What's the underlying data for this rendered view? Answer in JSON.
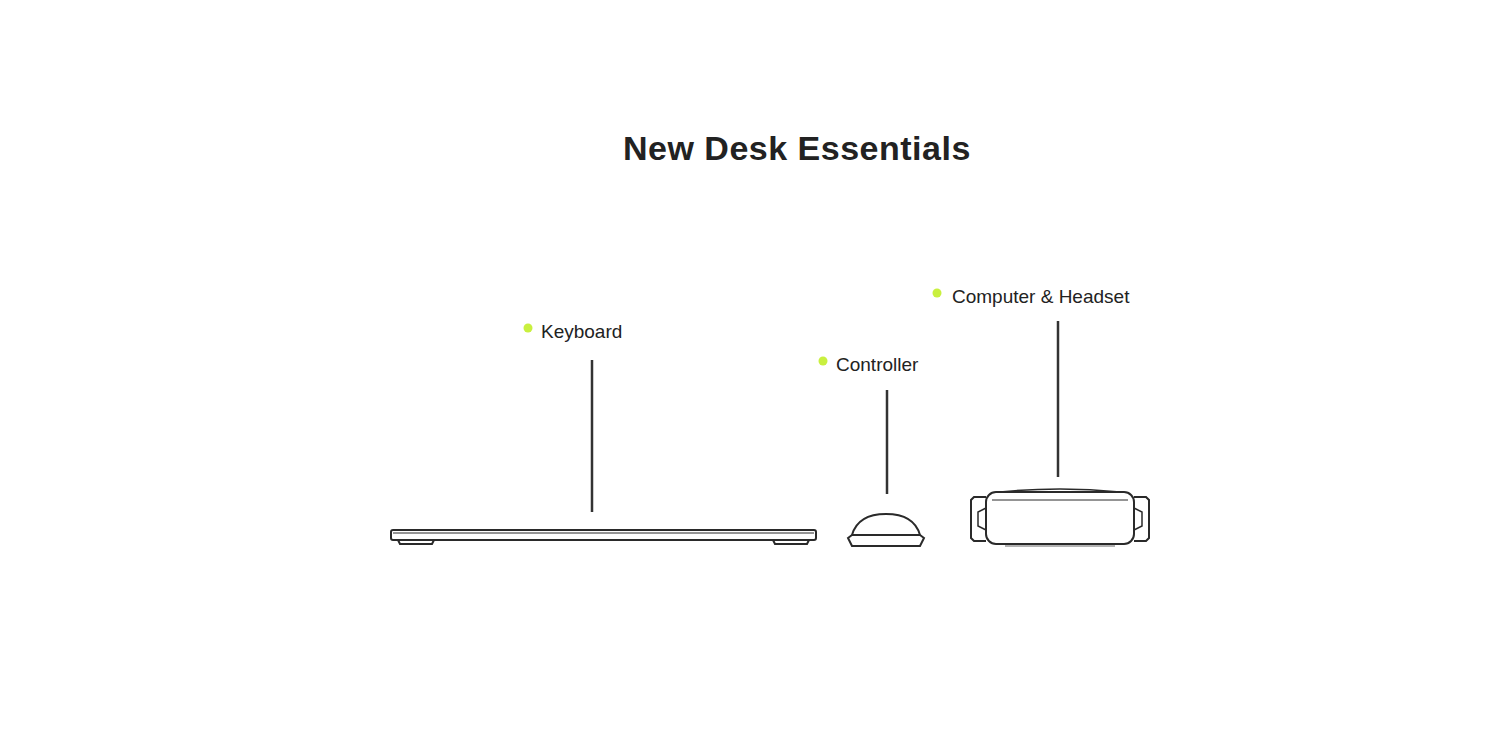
{
  "diagram": {
    "title": "New Desk Essentials",
    "labels": [
      "Keyboard",
      "Controller",
      "Computer & Headset"
    ]
  }
}
